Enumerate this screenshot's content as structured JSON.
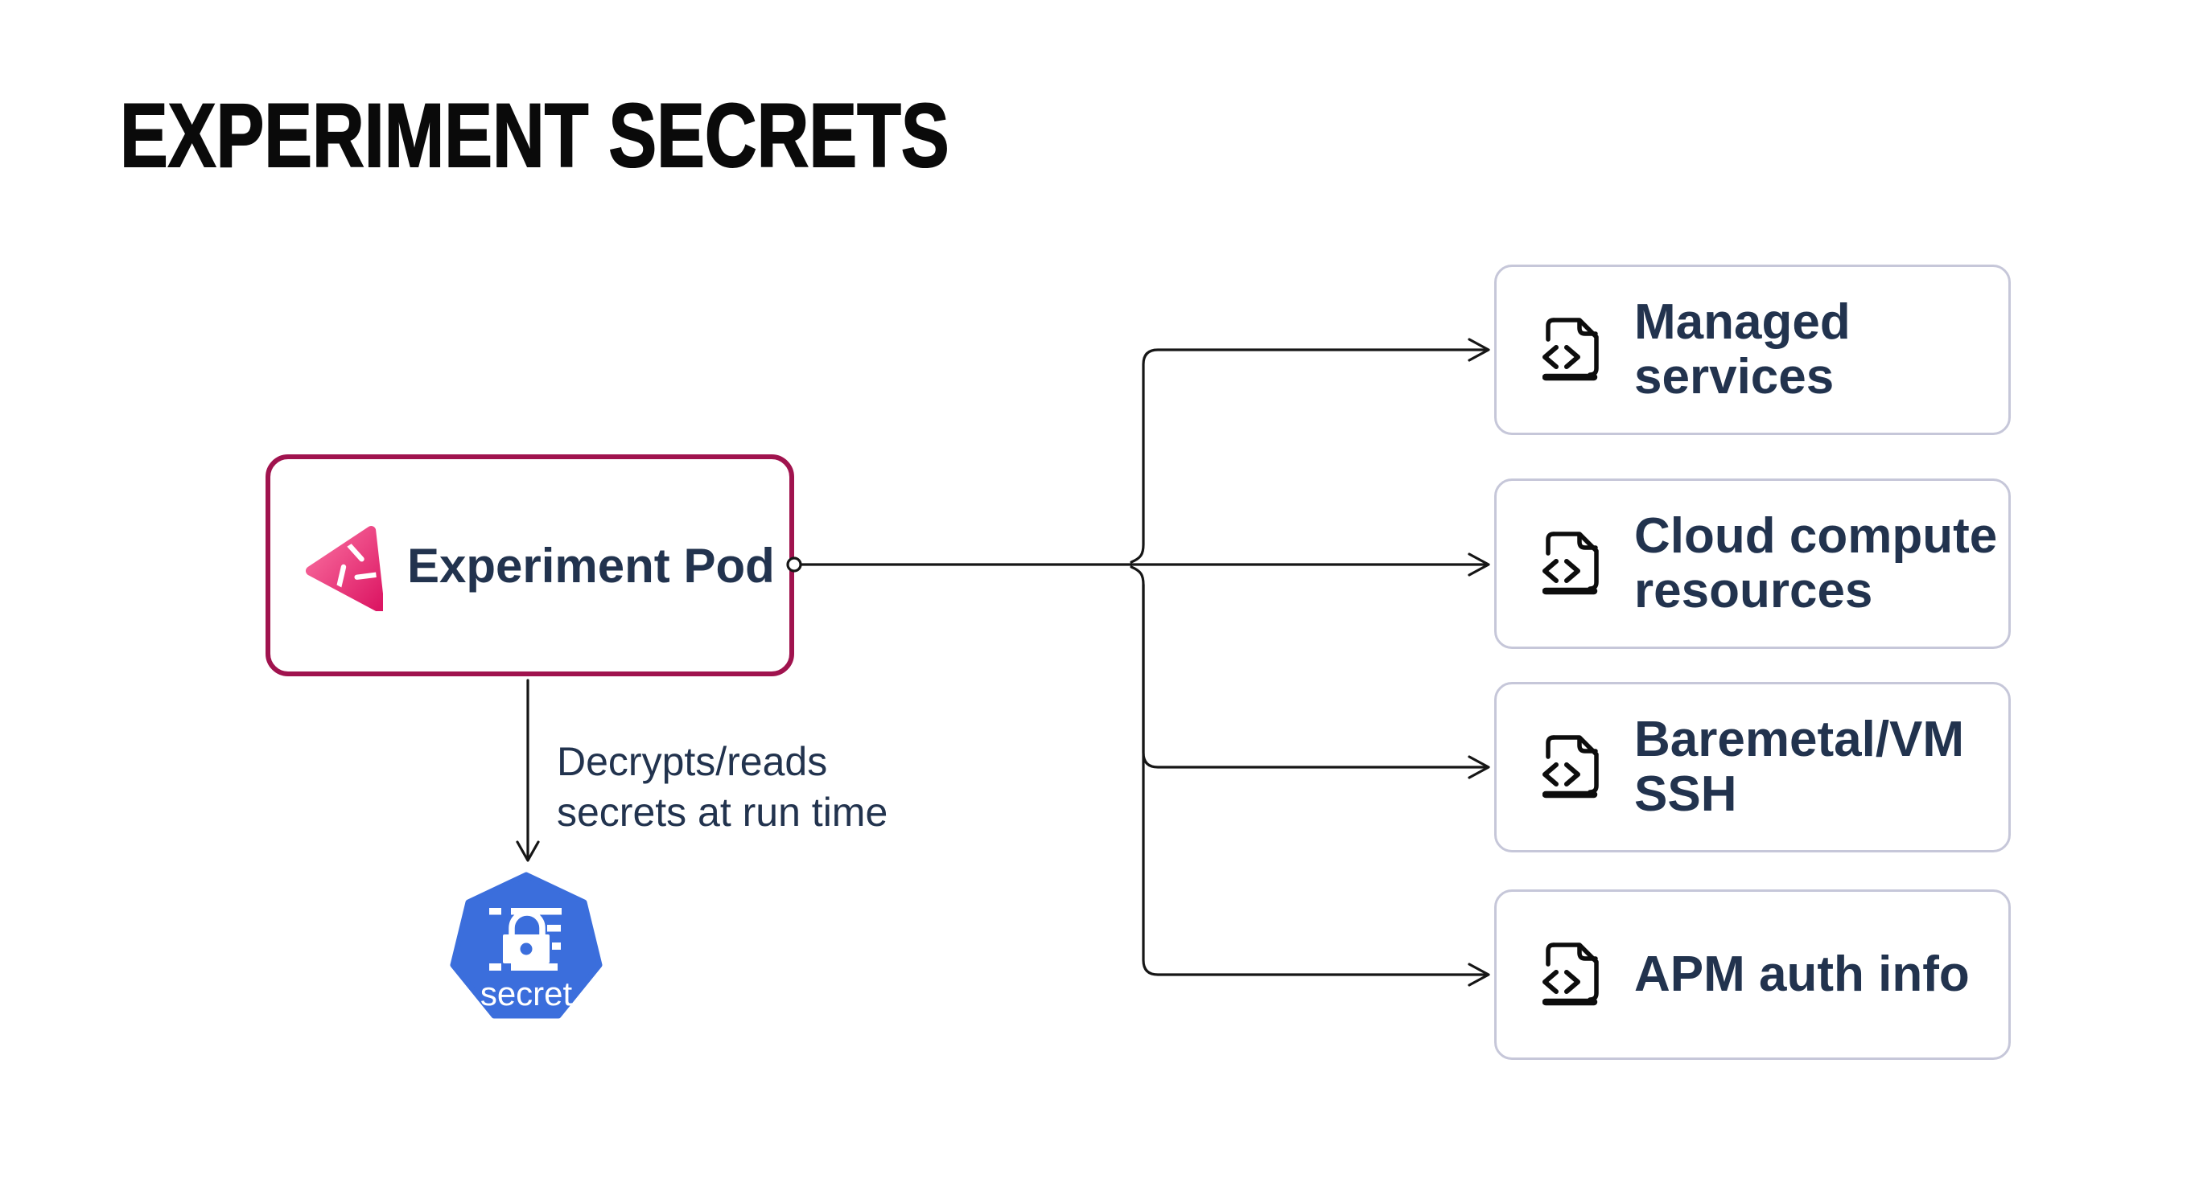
{
  "title": "EXPERIMENT SECRETS",
  "pod": {
    "label": "Experiment Pod",
    "icon": "chaos-mesh-logo"
  },
  "flow": {
    "annotation_lines": [
      "Decrypts/reads",
      "secrets at run time"
    ]
  },
  "secret": {
    "icon": "kubernetes-secret",
    "label": "secret"
  },
  "targets": [
    {
      "id": "managed-services",
      "icon": "file-code",
      "lines": [
        "Managed",
        "services"
      ]
    },
    {
      "id": "cloud-compute-resources",
      "icon": "file-code",
      "lines": [
        "Cloud compute",
        "resources"
      ]
    },
    {
      "id": "baremetal-vm-ssh",
      "icon": "file-code",
      "lines": [
        "Baremetal/VM",
        "SSH"
      ]
    },
    {
      "id": "apm-auth-info",
      "icon": "file-code",
      "lines": [
        "APM auth info"
      ]
    }
  ],
  "colors": {
    "title_color": "#0a0a0a",
    "accent_border": "#A0134E",
    "target_border": "#C6C7D9",
    "text_navy": "#22334E",
    "k8s_blue": "#3B6EDC",
    "logo_pink_light": "#FA71A1",
    "logo_pink_dark": "#DC1663",
    "line": "#161616"
  }
}
